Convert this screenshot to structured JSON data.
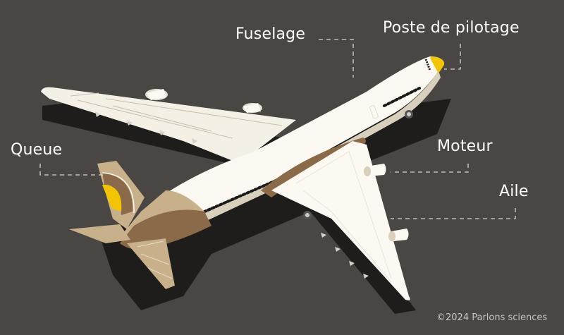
{
  "diagram": {
    "subject": "Airplane parts",
    "labels": {
      "fuselage": "Fuselage",
      "cockpit": "Poste de pilotage",
      "tail": "Queue",
      "engine": "Moteur",
      "wing": "Aile"
    },
    "credit": "©2024 Parlons sciences",
    "colors": {
      "background": "#4a4643",
      "body": "#fbf9f2",
      "shadow": "#1e1d1c",
      "tan": "#c8b08a",
      "brown": "#8a6a48",
      "yellow": "#f2c500",
      "leader_line": "#d8d4ce"
    }
  }
}
